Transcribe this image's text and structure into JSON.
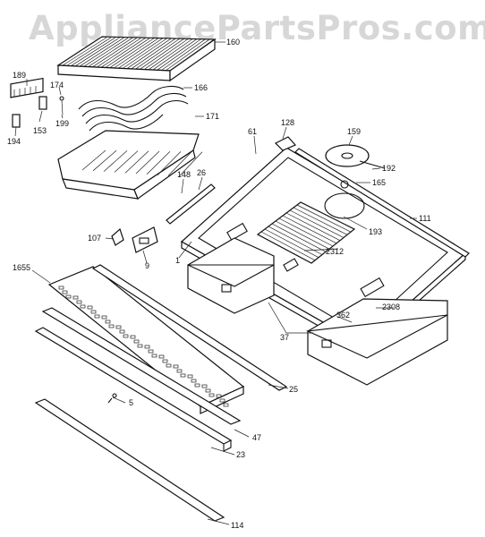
{
  "watermark": "AppliancePartsPros.com",
  "part_numbers": {
    "p160": "160",
    "p189": "189",
    "p174": "174",
    "p166": "166",
    "p199": "199",
    "p171": "171",
    "p153": "153",
    "p194": "194",
    "p61": "61",
    "p128": "128",
    "p159": "159",
    "p192": "192",
    "p165": "165",
    "p148": "148",
    "p26": "26",
    "p111": "111",
    "p193": "193",
    "p107": "107",
    "p9": "9",
    "p1": "1",
    "p2312": "2312",
    "p1655": "1655",
    "p2308": "2308",
    "p362": "362",
    "p37": "37",
    "p25": "25",
    "p5": "5",
    "p47": "47",
    "p23": "23",
    "p114": "114"
  }
}
